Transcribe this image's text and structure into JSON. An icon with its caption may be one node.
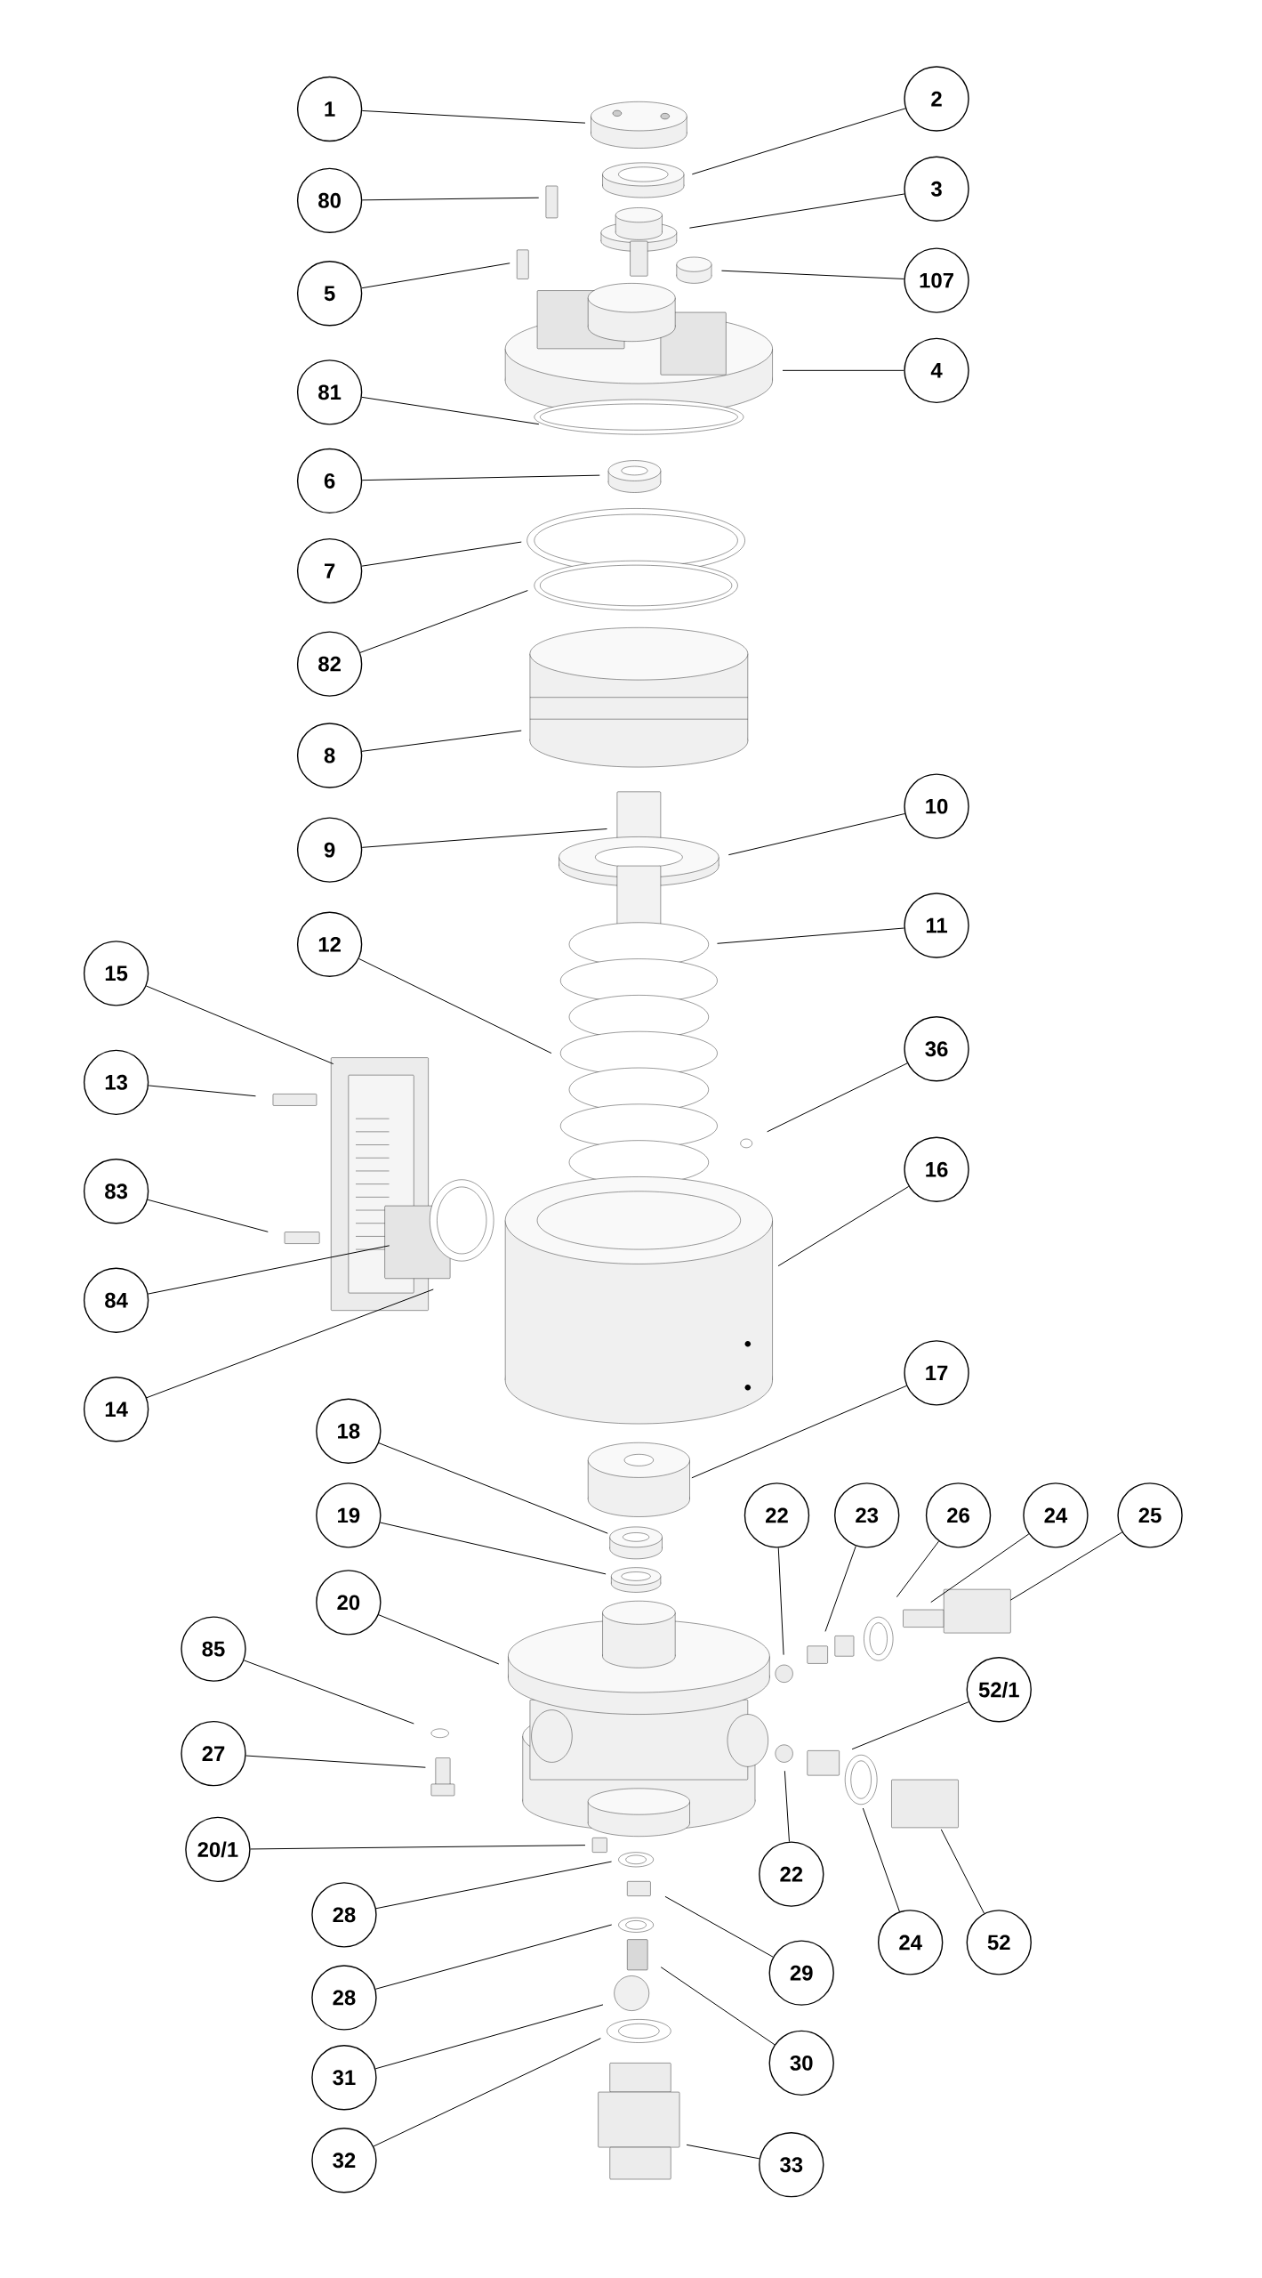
{
  "diagram": {
    "nodes": [
      {
        "text": [
          "1"
        ]
      },
      {
        "text": [
          "2"
        ]
      },
      {
        "text": [
          "80"
        ]
      },
      {
        "text": [
          "3"
        ]
      },
      {
        "text": [
          "5"
        ]
      },
      {
        "text": [
          "107"
        ]
      },
      {
        "text": [
          "4"
        ]
      },
      {
        "text": [
          "81"
        ]
      },
      {
        "text": [
          "6"
        ]
      },
      {
        "text": [
          "7"
        ]
      },
      {
        "text": [
          "82"
        ]
      },
      {
        "text": [
          "8"
        ]
      },
      {
        "text": [
          "10"
        ]
      },
      {
        "text": [
          "9"
        ]
      },
      {
        "text": [
          "11"
        ]
      },
      {
        "text": [
          "15"
        ]
      },
      {
        "text": [
          "12"
        ]
      },
      {
        "text": [
          "36"
        ]
      },
      {
        "text": [
          "13"
        ]
      },
      {
        "text": [
          "16"
        ]
      },
      {
        "text": [
          "83"
        ]
      },
      {
        "text": [
          "84"
        ]
      },
      {
        "text": [
          "14"
        ]
      },
      {
        "text": [
          "17"
        ]
      },
      {
        "text": [
          "18"
        ]
      },
      {
        "text": [
          "22"
        ]
      },
      {
        "text": [
          "23"
        ]
      },
      {
        "text": [
          "26"
        ]
      },
      {
        "text": [
          "24"
        ]
      },
      {
        "text": [
          "25"
        ]
      },
      {
        "text": [
          "19"
        ]
      },
      {
        "text": [
          "20"
        ]
      },
      {
        "text": [
          "85"
        ]
      },
      {
        "text": [
          "52/1"
        ]
      },
      {
        "text": [
          "27"
        ]
      },
      {
        "text": [
          "20/1"
        ]
      },
      {
        "text": [
          "22"
        ]
      },
      {
        "text": [
          "28"
        ]
      },
      {
        "text": [
          "24"
        ]
      },
      {
        "text": [
          "52"
        ]
      },
      {
        "text": [
          "29"
        ]
      },
      {
        "text": [
          "28"
        ]
      },
      {
        "text": [
          "31"
        ]
      },
      {
        "text": [
          "30"
        ]
      },
      {
        "text": [
          "32"
        ]
      },
      {
        "text": [
          "33"
        ]
      }
    ],
    "edges": [
      {
        "from": 0,
        "to": null,
        "arrow": "none"
      },
      {
        "from": 1,
        "to": null,
        "arrow": "none"
      },
      {
        "from": 2,
        "to": null,
        "arrow": "none"
      },
      {
        "from": 3,
        "to": null,
        "arrow": "none"
      },
      {
        "from": 4,
        "to": null,
        "arrow": "none"
      },
      {
        "from": 5,
        "to": null,
        "arrow": "none"
      },
      {
        "from": 6,
        "to": null,
        "arrow": "none"
      },
      {
        "from": 7,
        "to": null,
        "arrow": "none"
      },
      {
        "from": 8,
        "to": null,
        "arrow": "none"
      },
      {
        "from": 9,
        "to": null,
        "arrow": "none"
      },
      {
        "from": 10,
        "to": null,
        "arrow": "none"
      },
      {
        "from": 11,
        "to": null,
        "arrow": "none"
      },
      {
        "from": 12,
        "to": null,
        "arrow": "none"
      },
      {
        "from": 13,
        "to": null,
        "arrow": "none"
      },
      {
        "from": 14,
        "to": null,
        "arrow": "none"
      },
      {
        "from": 15,
        "to": null,
        "arrow": "none"
      },
      {
        "from": 16,
        "to": null,
        "arrow": "none"
      },
      {
        "from": 17,
        "to": null,
        "arrow": "none"
      },
      {
        "from": 18,
        "to": null,
        "arrow": "none"
      },
      {
        "from": 19,
        "to": null,
        "arrow": "none"
      },
      {
        "from": 20,
        "to": null,
        "arrow": "none"
      },
      {
        "from": 21,
        "to": null,
        "arrow": "none"
      },
      {
        "from": 22,
        "to": null,
        "arrow": "none"
      },
      {
        "from": 23,
        "to": null,
        "arrow": "none"
      },
      {
        "from": 24,
        "to": null,
        "arrow": "none"
      },
      {
        "from": 25,
        "to": null,
        "arrow": "none"
      },
      {
        "from": 26,
        "to": null,
        "arrow": "none"
      },
      {
        "from": 27,
        "to": null,
        "arrow": "none"
      },
      {
        "from": 28,
        "to": null,
        "arrow": "none"
      },
      {
        "from": 29,
        "to": null,
        "arrow": "none"
      },
      {
        "from": 30,
        "to": null,
        "arrow": "none"
      },
      {
        "from": 31,
        "to": null,
        "arrow": "none"
      },
      {
        "from": 32,
        "to": null,
        "arrow": "none"
      },
      {
        "from": 33,
        "to": null,
        "arrow": "none"
      },
      {
        "from": 34,
        "to": null,
        "arrow": "none"
      },
      {
        "from": 35,
        "to": null,
        "arrow": "none"
      },
      {
        "from": 36,
        "to": null,
        "arrow": "none"
      },
      {
        "from": 37,
        "to": null,
        "arrow": "none"
      },
      {
        "from": 38,
        "to": null,
        "arrow": "none"
      },
      {
        "from": 39,
        "to": null,
        "arrow": "none"
      },
      {
        "from": 40,
        "to": null,
        "arrow": "none"
      },
      {
        "from": 41,
        "to": null,
        "arrow": "none"
      },
      {
        "from": 42,
        "to": null,
        "arrow": "none"
      },
      {
        "from": 43,
        "to": null,
        "arrow": "none"
      },
      {
        "from": 44,
        "to": null,
        "arrow": "none"
      },
      {
        "from": 45,
        "to": null,
        "arrow": "none"
      }
    ]
  }
}
